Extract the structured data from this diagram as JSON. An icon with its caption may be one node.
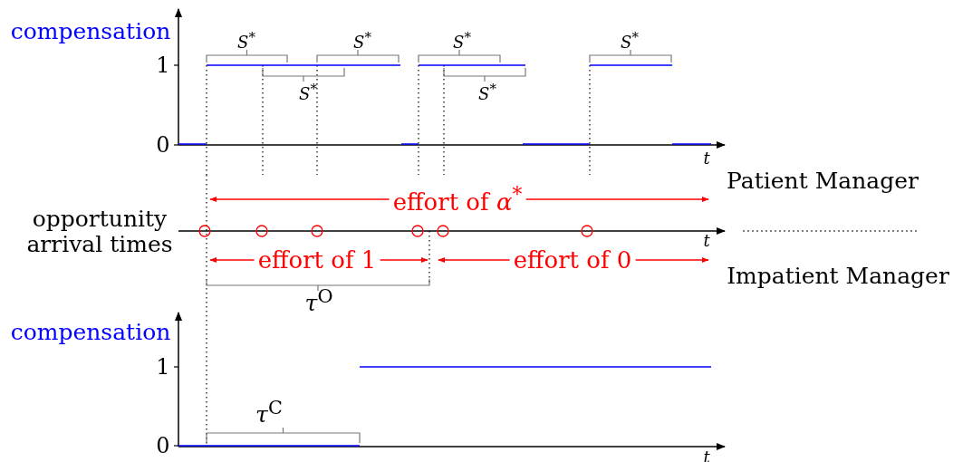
{
  "diagram": {
    "labels": [
      "compensation",
      "*S*$^{*}$",
      "*S*$^{*}$",
      "*S*$^{*}$",
      "*S*$^{*}$",
      "1",
      "*S*$^{*}$",
      "*S*$^{*}$",
      "0",
      "*t*",
      "Patient Manager",
      "opportunity arrival times",
      "effort of *α*$^{*}$",
      "*t*",
      "effort of 1",
      "effort of 0",
      "Impatient Manager",
      "*τ*$^{O}$",
      "compensation",
      "1",
      "*τ*$^{C}$",
      "0",
      "*t*"
    ]
  }
}
